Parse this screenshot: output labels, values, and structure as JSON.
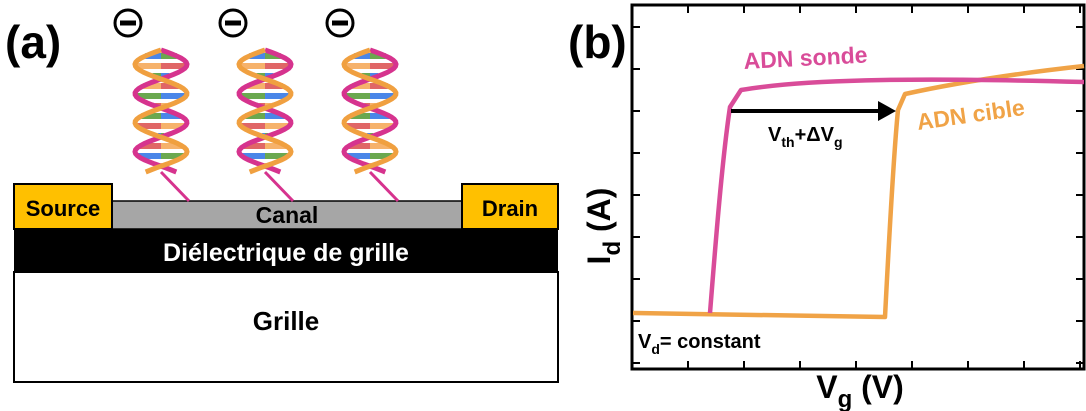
{
  "panel_a": {
    "label": "(a)",
    "charges": [
      "−",
      "−",
      "−"
    ],
    "source": "Source",
    "drain": "Drain",
    "canal": "Canal",
    "dielectric": "Diélectrique de grille",
    "grille": "Grille",
    "colors": {
      "contact": "#FFC000",
      "canal": "#A6A6A6",
      "dielectric": "#000000",
      "backbone_pink": "#D6338E",
      "backbone_orange": "#F0A040",
      "rung_colors": [
        "#6AA84F",
        "#E06666",
        "#4A86E8",
        "#F6B26B"
      ]
    }
  },
  "panel_b": {
    "label": "(b)",
    "ylabel_main": "I",
    "ylabel_sub": "d",
    "ylabel_unit": " (A)",
    "xlabel_main": "V",
    "xlabel_sub": "g",
    "xlabel_unit": " (V)",
    "curve_probe": "ADN sonde",
    "curve_target": "ADN cible",
    "shift_V": "V",
    "shift_th": "th",
    "shift_plus": "+ΔV",
    "shift_g": "g",
    "vd_V": "V",
    "vd_sub": "d",
    "vd_text": "= constant",
    "colors": {
      "probe": "#D94C99",
      "target": "#F0A347"
    }
  }
}
